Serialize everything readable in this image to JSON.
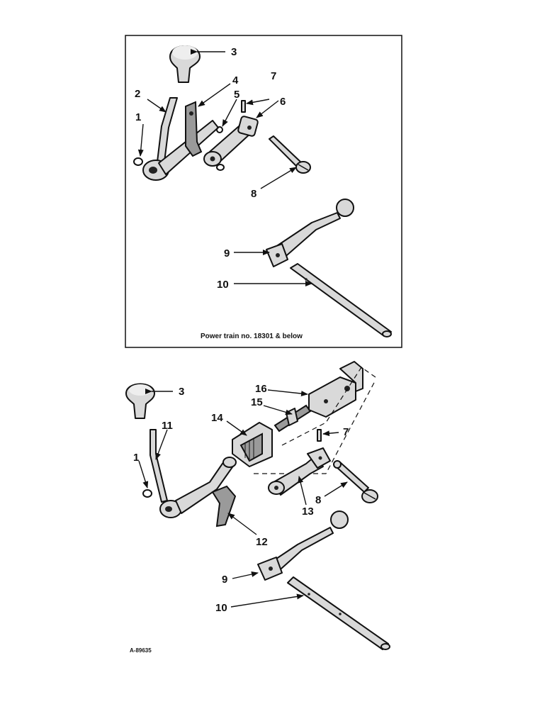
{
  "upper_panel": {
    "caption": "Power train no. 18301 & below",
    "callouts": [
      "1",
      "2",
      "3",
      "4",
      "5",
      "6",
      "7",
      "8",
      "9",
      "10"
    ]
  },
  "lower_panel": {
    "callouts": [
      "3",
      "11",
      "1",
      "16",
      "15",
      "14",
      "7",
      "13",
      "8",
      "12",
      "9",
      "10"
    ]
  },
  "drawing_code": "A-89635"
}
